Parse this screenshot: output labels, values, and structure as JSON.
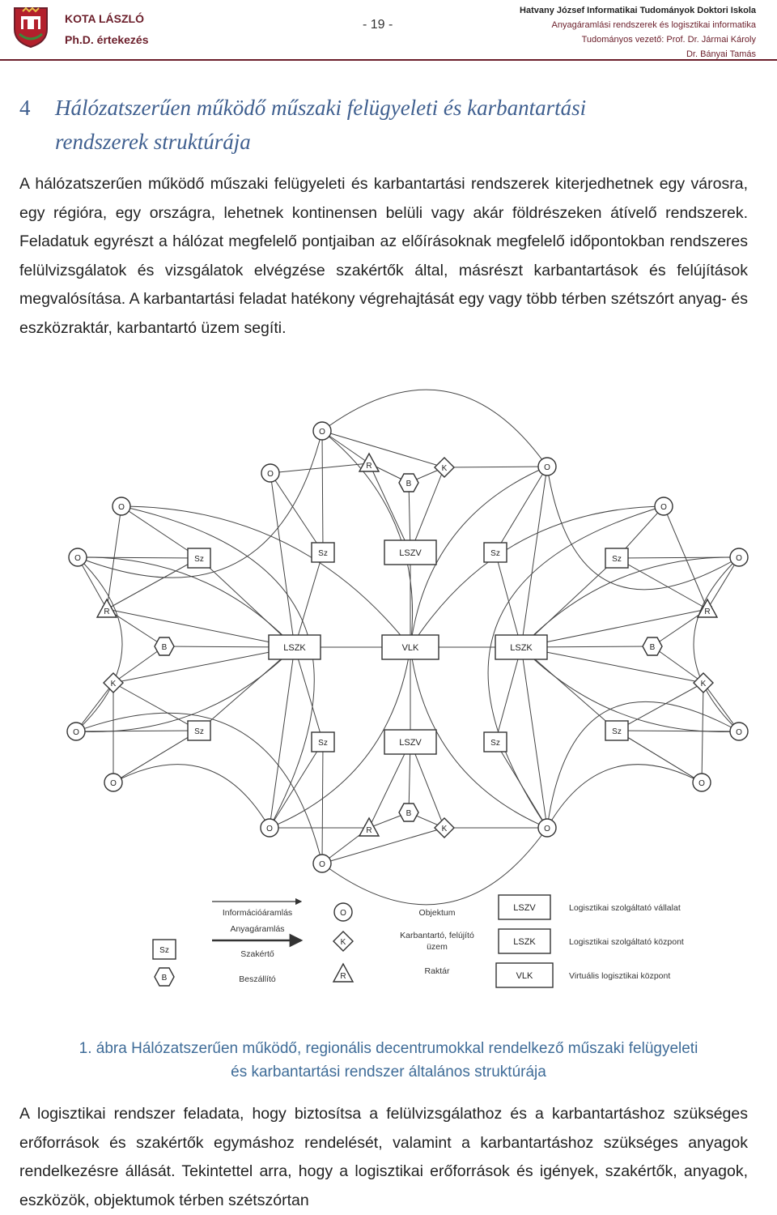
{
  "header": {
    "author": "KOTA LÁSZLÓ",
    "degree": "Ph.D. értekezés",
    "page_number": "- 19 -",
    "school": "Hatvany József Informatikai Tudományok Doktori Iskola",
    "program": "Anyagáramlási rendszerek és logisztikai informatika",
    "supervisor": "Tudományos vezető: Prof. Dr. Jármai Károly",
    "co_supervisor": "Dr. Bányai Tamás"
  },
  "section": {
    "number": "4",
    "title_line1": "Hálózatszerűen működő műszaki felügyeleti és karbantartási",
    "title_line2": "rendszerek struktúrája"
  },
  "paragraph1": "A hálózatszerűen működő műszaki felügyeleti és karbantartási rendszerek kiterjedhetnek egy városra, egy régióra, egy országra, lehetnek kontinensen belüli vagy akár földrészeken átívelő rendszerek. Feladatuk egyrészt a hálózat megfelelő pontjaiban az előírásoknak megfelelő időpontokban rendszeres felülvizsgálatok és vizsgálatok elvégzése szakértők által, másrészt karbantartások és felújítások megvalósítása. A karbantartási feladat hatékony végrehajtását egy vagy több térben szétszórt anyag- és eszközraktár, karbantartó üzem segíti.",
  "diagram": {
    "node_labels": {
      "o": "O",
      "sz": "Sz",
      "r": "R",
      "k": "K",
      "b": "B",
      "lszv": "LSZV",
      "lszk": "LSZK",
      "vlk": "VLK"
    },
    "legend": {
      "info_flow": "Információáramlás",
      "material_flow": "Anyagáramlás",
      "expert": "Szakértő",
      "supplier": "Beszállító",
      "object": "Objektum",
      "maintenance": "Karbantartó, felújító üzem",
      "warehouse": "Raktár",
      "lszv_desc": "Logisztikai szolgáltató vállalat",
      "lszk_desc": "Logisztikai szolgáltató központ",
      "vlk_desc": "Virtuális logisztikai központ"
    }
  },
  "caption_line1": "1. ábra Hálózatszerűen működő, regionális decentrumokkal rendelkező műszaki felügyeleti",
  "caption_line2": "és karbantartási rendszer általános struktúrája",
  "paragraph2": "A logisztikai rendszer feladata, hogy biztosítsa a felülvizsgálathoz és a karbantartáshoz szükséges erőforrások és szakértők egymáshoz rendelését, valamint a karbantartáshoz szükséges anyagok rendelkezésre állását. Tekintettel arra, hogy a logisztikai erőforrások és igények, szakértők, anyagok, eszközök, objektumok térben szétszórtan"
}
